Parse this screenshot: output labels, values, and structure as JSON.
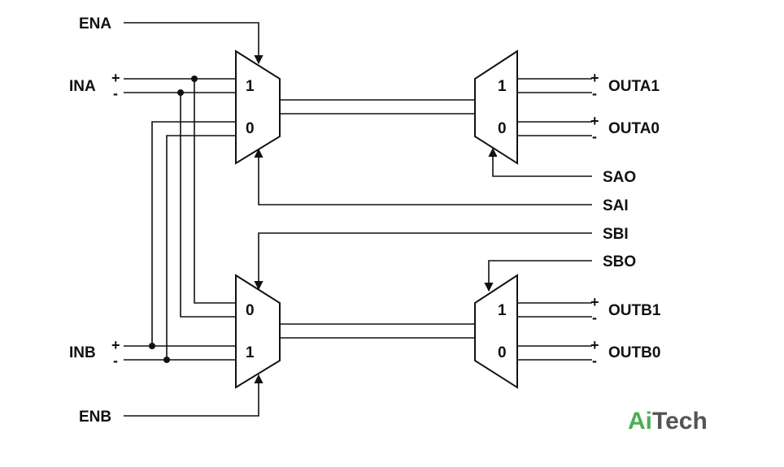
{
  "labels": {
    "ena": "ENA",
    "enb": "ENB",
    "ina": "INA",
    "inb": "INB",
    "outa1": "OUTA1",
    "outa0": "OUTA0",
    "outb1": "OUTB1",
    "outb0": "OUTB0",
    "sao": "SAO",
    "sai": "SAI",
    "sbi": "SBI",
    "sbo": "SBO"
  },
  "mux_inputs": {
    "a_in_top": "1",
    "a_in_bottom": "0",
    "a_out_top": "1",
    "a_out_bottom": "0",
    "b_in_top": "0",
    "b_in_bottom": "1",
    "b_out_top": "1",
    "b_out_bottom": "0"
  },
  "polarity": {
    "plus": "+",
    "minus": "-"
  },
  "logo": {
    "part1": "Ai",
    "part2": "Tech",
    "color1": "#4caf50",
    "color2": "#555555"
  },
  "colors": {
    "line": "#111111"
  }
}
